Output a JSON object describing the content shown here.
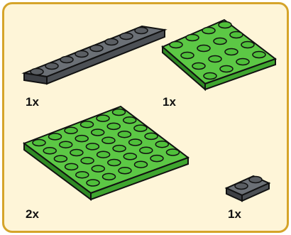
{
  "colors": {
    "frame_border": "#d5a42a",
    "frame_background": "#fef5d8",
    "green_plate": "#4fbf3a",
    "gray_plate": "#5a5e63"
  },
  "parts": [
    {
      "quantity": "1x",
      "color": "dark-gray",
      "studs": "1x8"
    },
    {
      "quantity": "1x",
      "color": "green",
      "studs": "4x4"
    },
    {
      "quantity": "2x",
      "color": "green",
      "studs": "6x6"
    },
    {
      "quantity": "1x",
      "color": "dark-gray",
      "studs": "1x2"
    }
  ]
}
